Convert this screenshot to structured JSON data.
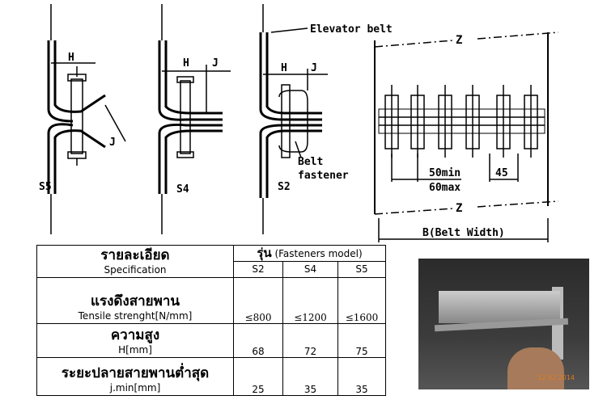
{
  "diagram": {
    "labels": {
      "h": "H",
      "j": "J",
      "elevator_belt": "Elevator belt",
      "belt_fastener_1": "Belt",
      "belt_fastener_2": "fastener",
      "min_spacing": "50min",
      "max_spacing": "60max",
      "edge_spacing": "45",
      "belt_width": "B(Belt Width)",
      "break_mark": "Z"
    },
    "models": [
      "S5",
      "S4",
      "S2"
    ]
  },
  "table": {
    "header_th": "รายละเอียด",
    "header_spec": "Specification",
    "model_th": "รุ่น",
    "model_en": "(Fasteners model)",
    "models": [
      "S2",
      "S4",
      "S5"
    ],
    "rows": [
      {
        "th": "แรงดึงสายพาน",
        "en": "Tensile strenght[N/mm]",
        "values": [
          "≤800",
          "≤1200",
          "≤1600"
        ]
      },
      {
        "th": "ความสูง",
        "en": "H[mm]",
        "values": [
          "68",
          "72",
          "75"
        ]
      },
      {
        "th": "ระยะปลายสายพานต่ำสุด",
        "en": "j.min[mm]",
        "values": [
          "25",
          "35",
          "35"
        ]
      }
    ]
  },
  "photo": {
    "date_stamp": "12 02 2014"
  }
}
